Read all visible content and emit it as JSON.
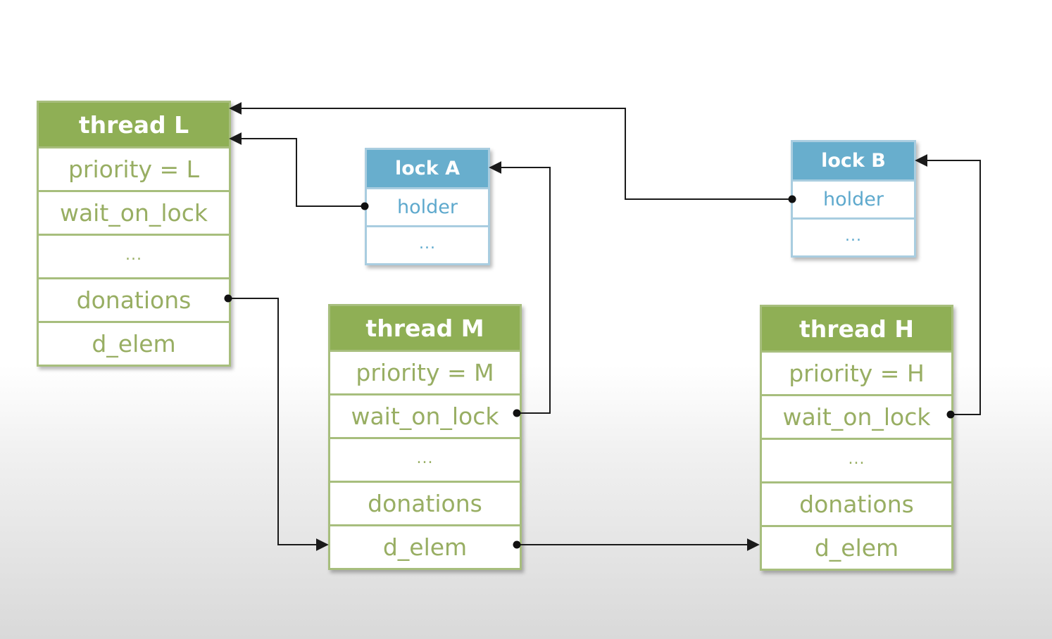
{
  "threads": {
    "L": {
      "title": "thread L",
      "fields": {
        "priority": "priority = L",
        "wait_on_lock": "wait_on_lock",
        "ellipsis": "...",
        "donations": "donations",
        "d_elem": "d_elem"
      }
    },
    "M": {
      "title": "thread M",
      "fields": {
        "priority": "priority = M",
        "wait_on_lock": "wait_on_lock",
        "ellipsis": "...",
        "donations": "donations",
        "d_elem": "d_elem"
      }
    },
    "H": {
      "title": "thread H",
      "fields": {
        "priority": "priority = H",
        "wait_on_lock": "wait_on_lock",
        "ellipsis": "...",
        "donations": "donations",
        "d_elem": "d_elem"
      }
    }
  },
  "locks": {
    "A": {
      "title": "lock A",
      "fields": {
        "holder": "holder",
        "ellipsis": "..."
      }
    },
    "B": {
      "title": "lock B",
      "fields": {
        "holder": "holder",
        "ellipsis": "..."
      }
    }
  },
  "connections": [
    {
      "from": "lock A.holder",
      "to": "thread L"
    },
    {
      "from": "lock B.holder",
      "to": "thread L"
    },
    {
      "from": "thread M.wait_on_lock",
      "to": "lock A"
    },
    {
      "from": "thread H.wait_on_lock",
      "to": "lock B"
    },
    {
      "from": "thread L.donations",
      "to": "thread M.d_elem"
    },
    {
      "from": "thread M.d_elem",
      "to": "thread H.d_elem"
    }
  ],
  "colors": {
    "thread_header": "#8faf55",
    "thread_text": "#98ae63",
    "thread_border": "#a7be7d",
    "lock_header": "#68aecd",
    "lock_text": "#5ea9cd",
    "lock_border": "#a9cde0",
    "connector": "#1a1a1a"
  }
}
